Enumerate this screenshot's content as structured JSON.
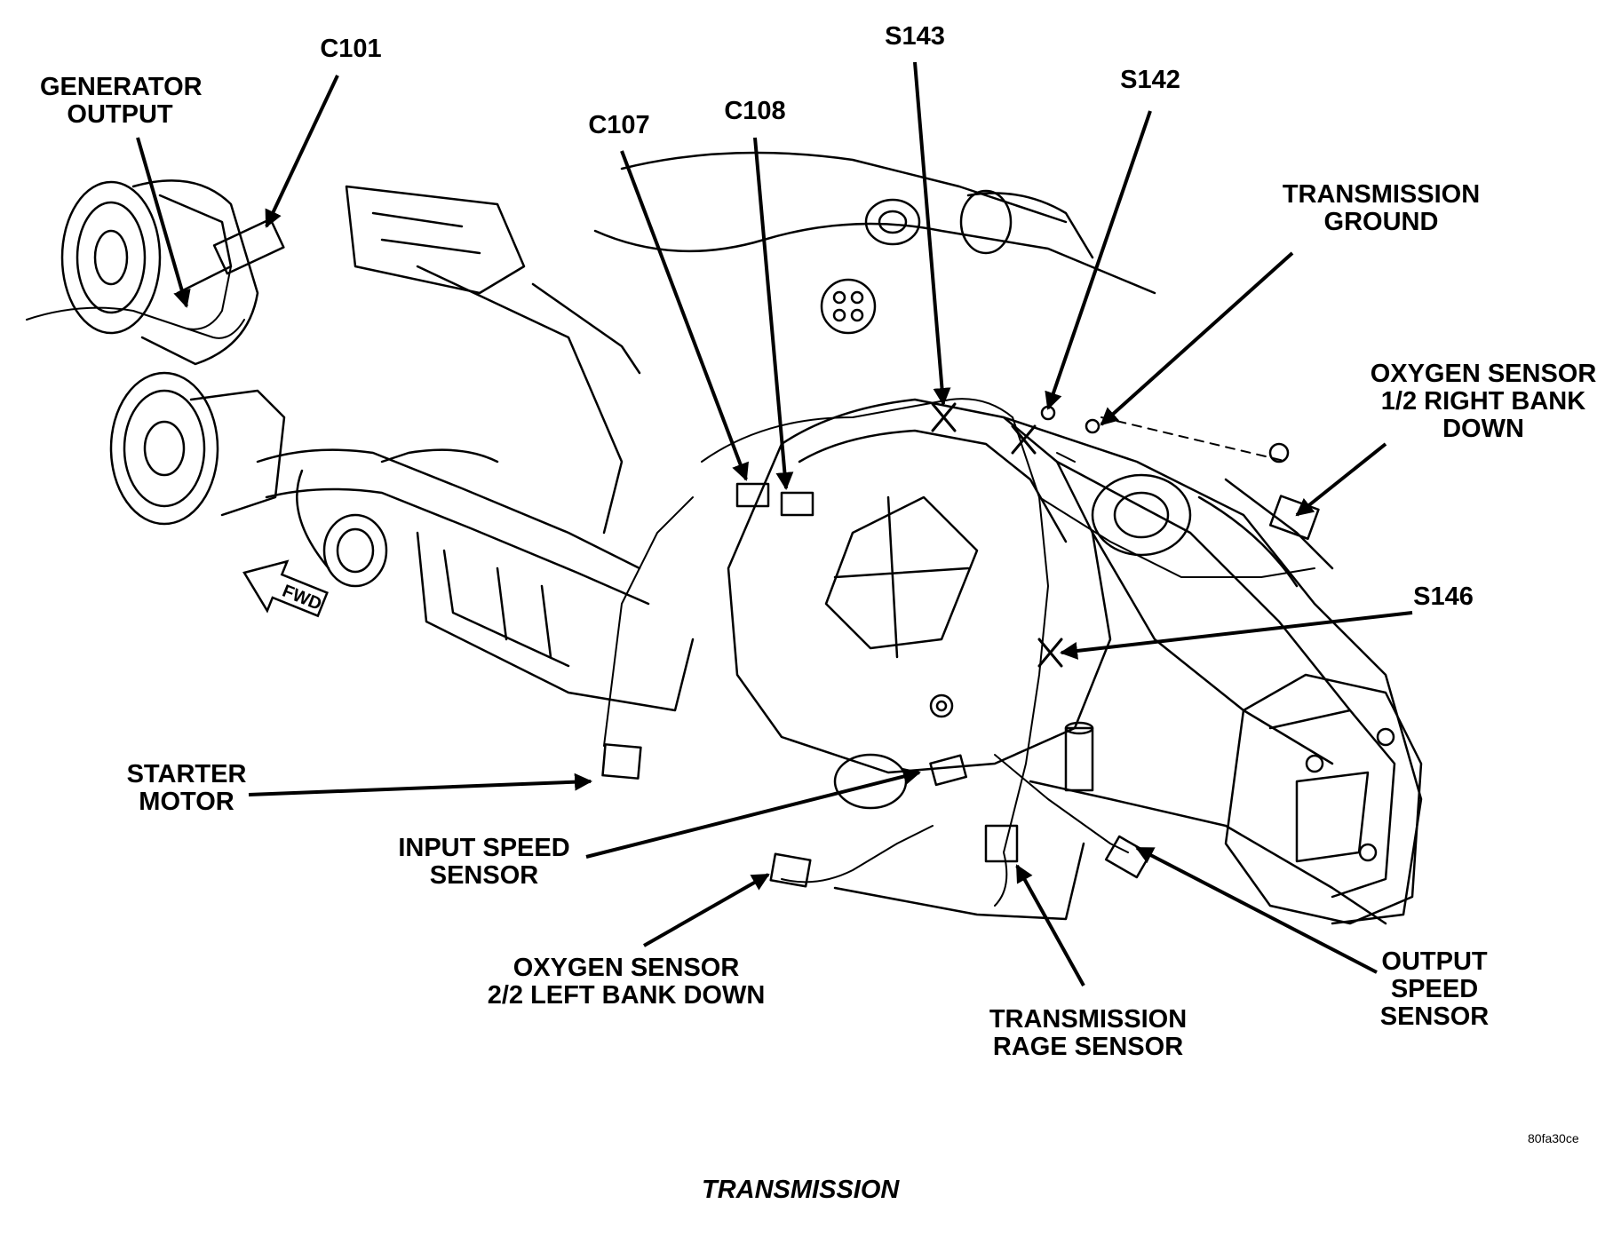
{
  "labels": {
    "generator_output": [
      "GENERATOR",
      "OUTPUT"
    ],
    "c101": "C101",
    "c107": "C107",
    "c108": "C108",
    "s143": "S143",
    "s142": "S142",
    "transmission_ground": [
      "TRANSMISSION",
      "GROUND"
    ],
    "oxygen_sensor_right": [
      "OXYGEN SENSOR",
      "1/2 RIGHT BANK",
      "DOWN"
    ],
    "s146": "S146",
    "starter_motor": [
      "STARTER",
      "MOTOR"
    ],
    "input_speed_sensor": [
      "INPUT SPEED",
      "SENSOR"
    ],
    "oxygen_sensor_left": [
      "OXYGEN SENSOR",
      "2/2 LEFT BANK DOWN"
    ],
    "transmission_range_sensor": [
      "TRANSMISSION",
      "RAGE SENSOR"
    ],
    "output_speed_sensor": [
      "OUTPUT",
      "SPEED",
      "SENSOR"
    ],
    "fwd_arrow": "FWD"
  },
  "figure_code": "80fa30ce",
  "caption": "TRANSMISSION"
}
